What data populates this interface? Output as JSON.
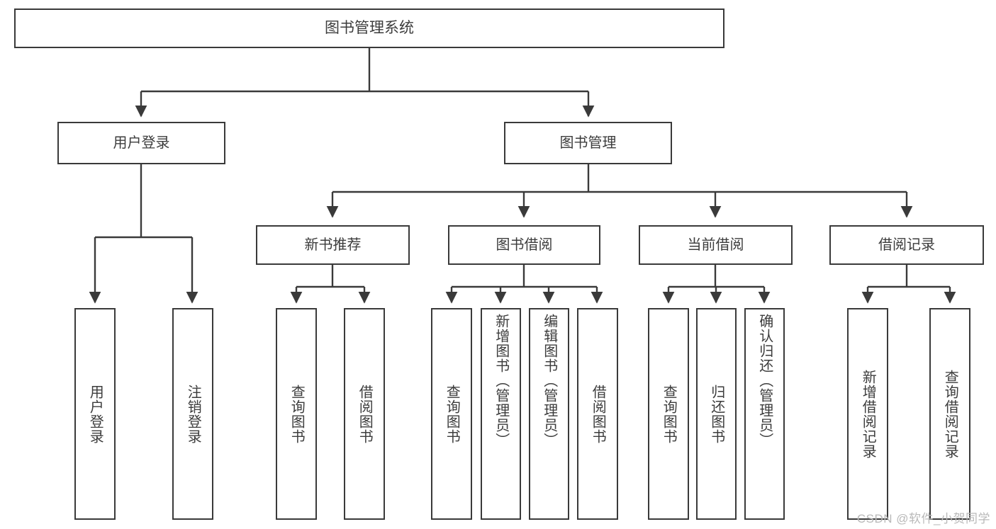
{
  "diagram": {
    "type": "hierarchy-tree",
    "title": "图书管理系统",
    "watermark": "CSDN @软件_小贺同学",
    "colors": {
      "stroke": "#3a3a3a",
      "fill": "#ffffff",
      "text": "#3c3c3c",
      "watermark": "#b9b9b9",
      "background": "#ffffff"
    },
    "nodes": {
      "root": {
        "label": "图书管理系统"
      },
      "level2": [
        {
          "id": "user-login",
          "label": "用户登录"
        },
        {
          "id": "book-manage",
          "label": "图书管理"
        }
      ],
      "level3": [
        {
          "id": "new-book-rec",
          "label": "新书推荐"
        },
        {
          "id": "book-borrow",
          "label": "图书借阅"
        },
        {
          "id": "current-borrow",
          "label": "当前借阅"
        },
        {
          "id": "borrow-record",
          "label": "借阅记录"
        }
      ],
      "leaves": [
        {
          "id": "leaf-user-login",
          "parent": "user-login",
          "label": "用户登录"
        },
        {
          "id": "leaf-logout",
          "parent": "user-login",
          "label": "注销登录"
        },
        {
          "id": "leaf-query-book-1",
          "parent": "new-book-rec",
          "label": "查询图书"
        },
        {
          "id": "leaf-borrow-book-1",
          "parent": "new-book-rec",
          "label": "借阅图书"
        },
        {
          "id": "leaf-query-book-2",
          "parent": "book-borrow",
          "label": "查询图书"
        },
        {
          "id": "leaf-add-book",
          "parent": "book-borrow",
          "label": "新增图书（管理员）"
        },
        {
          "id": "leaf-edit-book",
          "parent": "book-borrow",
          "label": "编辑图书（管理员）"
        },
        {
          "id": "leaf-borrow-book-2",
          "parent": "book-borrow",
          "label": "借阅图书"
        },
        {
          "id": "leaf-query-book-3",
          "parent": "current-borrow",
          "label": "查询图书"
        },
        {
          "id": "leaf-return-book",
          "parent": "current-borrow",
          "label": "归还图书"
        },
        {
          "id": "leaf-confirm-return",
          "parent": "current-borrow",
          "label": "确认归还（管理员）"
        },
        {
          "id": "leaf-add-record",
          "parent": "borrow-record",
          "label": "新增借阅记录"
        },
        {
          "id": "leaf-query-record",
          "parent": "borrow-record",
          "label": "查询借阅记录"
        }
      ]
    }
  }
}
